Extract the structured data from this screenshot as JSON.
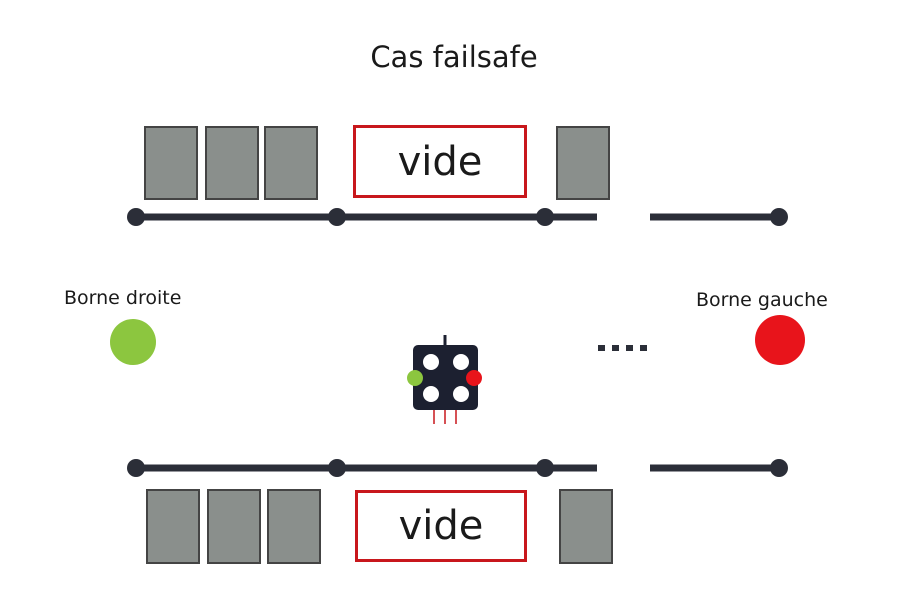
{
  "title": "Cas failsafe",
  "platforms": {
    "top": {
      "empty_label": "vide"
    },
    "bottom": {
      "empty_label": "vide"
    }
  },
  "terminals": {
    "right": {
      "label": "Borne droite",
      "color": "#8cc63f"
    },
    "left": {
      "label": "Borne gauche",
      "color": "#e8141b"
    }
  },
  "signal": {
    "lit_left_color": "#8cc63f",
    "lit_right_color": "#e8141b",
    "body_color": "#1c2030"
  },
  "colors": {
    "vehicle": "#8a8f8c",
    "track": "#2b2e38",
    "empty_border": "#c8171c"
  }
}
